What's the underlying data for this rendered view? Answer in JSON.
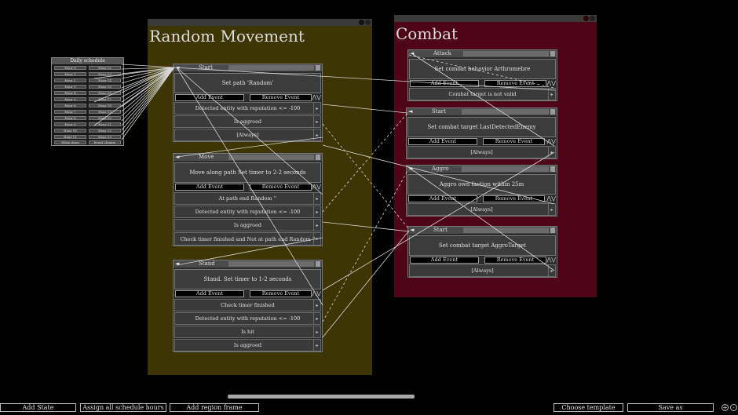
{
  "frames": {
    "random_movement": {
      "title": "Random Movement",
      "color": "#3d3504"
    },
    "combat": {
      "title": "Combat",
      "color": "#4e0517"
    }
  },
  "schedule": {
    "title": "Daily schedule",
    "hours_left": [
      "Hour 0",
      "Hour 1",
      "Hour 2",
      "Hour 3",
      "Hour 4",
      "Hour 5",
      "Hour 6",
      "Hour 7",
      "Hour 8",
      "Hour 9",
      "Hour 10",
      "Hour 11"
    ],
    "hours_right": [
      "Hour 12",
      "Hour 13",
      "Hour 14",
      "Hour 15",
      "Hour 16",
      "Hour 17",
      "Hour 18",
      "Hour 19",
      "Hour 20",
      "Hour 21",
      "Hour 22",
      "Hour 23"
    ],
    "footer_left": "When done",
    "footer_right": "Event change"
  },
  "nodes": {
    "rm_start": {
      "name": "Start",
      "action": "Set path 'Random'",
      "add": "Add Event",
      "remove": "Remove Event",
      "events": [
        "Detected entity with reputation <= -100",
        "Is aggroed",
        "[Always]"
      ]
    },
    "rm_move": {
      "name": "Move",
      "action": "Move along path Set timer to 2-2 seconds",
      "add": "Add Event",
      "remove": "Remove Event",
      "events": [
        "At path end Random ''",
        "Detected entity with reputation <= -100",
        "Is aggroed",
        "Check timer finished and Not at path end Random ''"
      ]
    },
    "rm_stand": {
      "name": "Stand",
      "action": "Stand. Set timer to 1-2 seconds",
      "add": "Add Event",
      "remove": "Remove Event",
      "events": [
        "Check timer finished",
        "Detected entity with reputation <= -100",
        "Is hit",
        "Is aggroed"
      ]
    },
    "cb_attack": {
      "name": "Attack",
      "action": "Set combat behavior Arthromebre",
      "add": "Add Event",
      "remove": "Remove Event",
      "events": [
        "Combat target is not valid"
      ]
    },
    "cb_start": {
      "name": "Start",
      "action": "Set combat target LastDetectedEnemy",
      "add": "Add Event",
      "remove": "Remove Event",
      "events": [
        "[Always]"
      ]
    },
    "cb_aggro": {
      "name": "Aggro",
      "action": "Aggro own faction within 25m",
      "add": "Add Event",
      "remove": "Remove Event",
      "events": [
        "[Always]"
      ]
    },
    "cb_start2": {
      "name": "Start",
      "action": "Set combat target AggroTarget",
      "add": "Add Event",
      "remove": "Remove Event",
      "events": [
        "[Always]"
      ]
    }
  },
  "toolbar": {
    "add_state": "Add State",
    "assign_hours": "Assign all schedule hours",
    "add_region": "Add region frame",
    "choose_template": "Choose template",
    "save_as": "Save as",
    "zoom_in": "+",
    "zoom_out": "-"
  },
  "icons": {
    "up_down": "up-down-arrows-icon",
    "side_arrow": "arrow-icon"
  }
}
